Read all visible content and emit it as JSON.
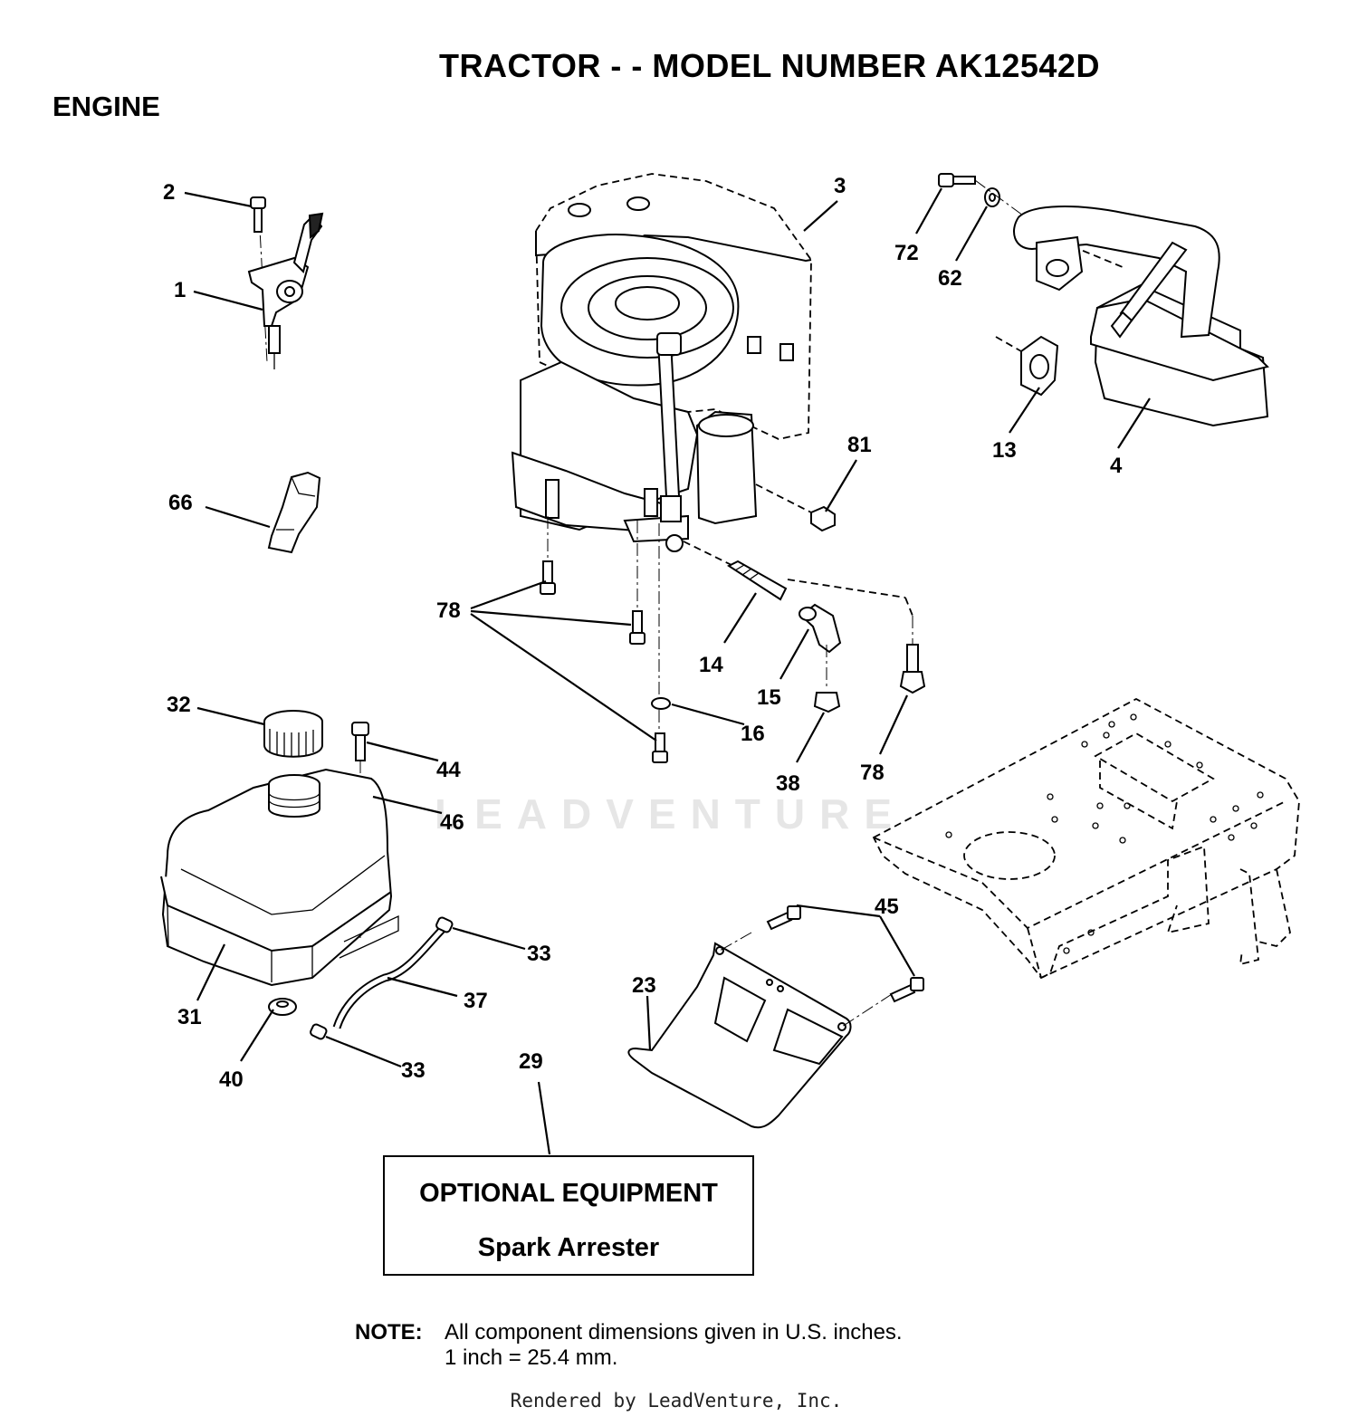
{
  "title": "TRACTOR - - MODEL NUMBER AK12542D",
  "section": "ENGINE",
  "watermark": "LEADVENTURE",
  "callouts": {
    "c1": "1",
    "c2": "2",
    "c3": "3",
    "c4": "4",
    "c13": "13",
    "c14": "14",
    "c15": "15",
    "c16": "16",
    "c23": "23",
    "c29": "29",
    "c31": "31",
    "c32": "32",
    "c33a": "33",
    "c33b": "33",
    "c37": "37",
    "c38": "38",
    "c40": "40",
    "c44": "44",
    "c45": "45",
    "c46": "46",
    "c62": "62",
    "c66": "66",
    "c72": "72",
    "c78a": "78",
    "c78b": "78",
    "c81": "81"
  },
  "optional": {
    "title": "OPTIONAL EQUIPMENT",
    "item": "Spark Arrester"
  },
  "note": {
    "label": "NOTE:",
    "line1": "All component dimensions given in U.S. inches.",
    "line2": "1 inch = 25.4 mm."
  },
  "footer": "Rendered by LeadVenture, Inc."
}
